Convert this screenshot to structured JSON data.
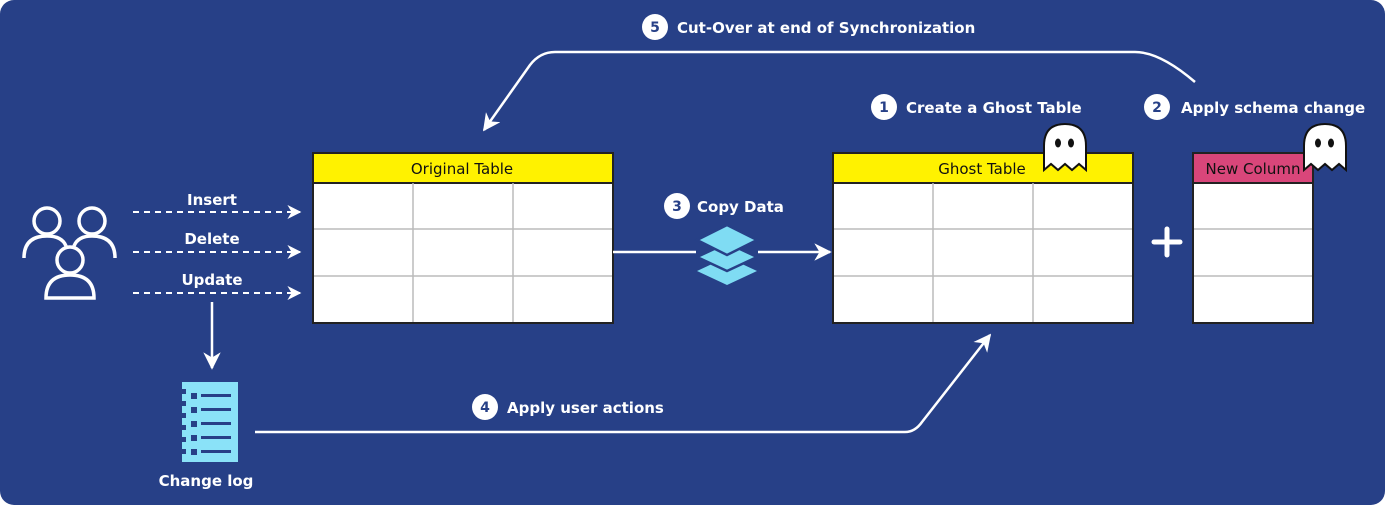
{
  "colors": {
    "background": "#274087",
    "table_header": "#fff200",
    "new_column_header": "#d9467a",
    "changelog": "#8ae2f8",
    "layers": "#7fdcf3"
  },
  "icons": [
    "users-icon",
    "changelog-icon",
    "layers-icon",
    "ghost-icon",
    "plus-icon"
  ],
  "tables": {
    "original": "Original Table",
    "ghost": "Ghost Table",
    "new_column": "New Column"
  },
  "actions": {
    "insert": "Insert",
    "delete": "Delete",
    "update": "Update"
  },
  "changelog": {
    "label": "Change log"
  },
  "steps": [
    {
      "num": "1",
      "label": "Create a Ghost Table"
    },
    {
      "num": "2",
      "label": "Apply schema change"
    },
    {
      "num": "3",
      "label": "Copy Data"
    },
    {
      "num": "4",
      "label": "Apply user actions"
    },
    {
      "num": "5",
      "label": "Cut-Over at end of Synchronization"
    }
  ]
}
